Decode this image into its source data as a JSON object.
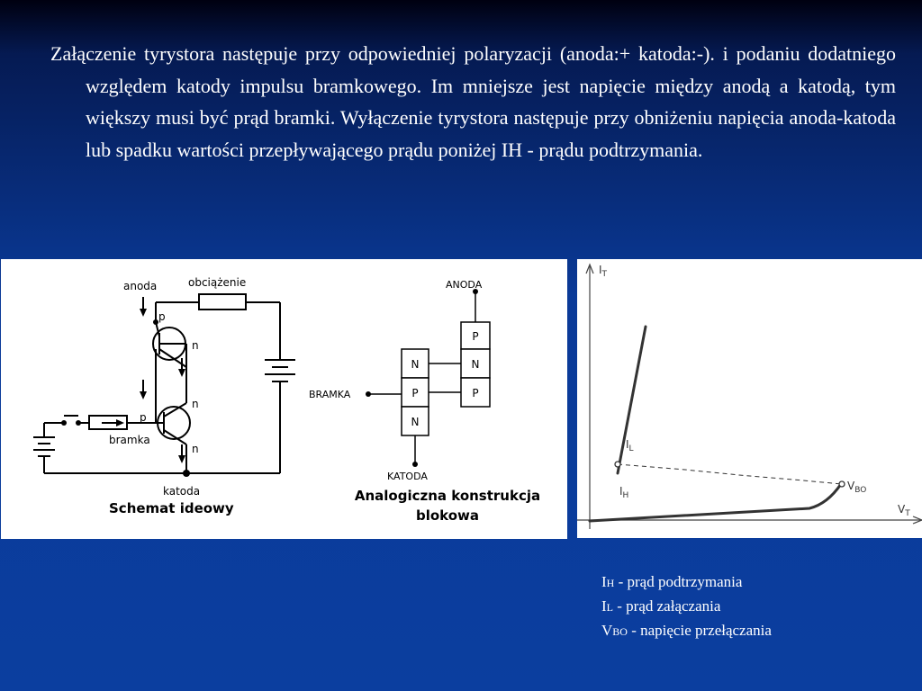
{
  "text": {
    "paragraph": "Załączenie tyrystora następuje przy odpowiedniej polaryzacji (anoda:+ katoda:-). i podaniu dodatniego względem katody impulsu bramkowego. Im mniejsze jest napięcie między anodą a katodą, tym większy musi być prąd bramki. Wyłączenie tyrystora następuje przy obniżeniu napięcia anoda-katoda lub spadku wartości przepływającego prądu poniżej IH - prądu podtrzymania."
  },
  "schematic": {
    "anoda": "anoda",
    "obciazenie": "obciążenie",
    "p1": "p",
    "n1": "n",
    "p2": "p",
    "n2": "n",
    "n3": "n",
    "bramka": "bramka",
    "katoda": "katoda",
    "caption": "Schemat ideowy"
  },
  "block": {
    "anoda": "ANODA",
    "bramka": "BRAMKA",
    "katoda": "KATODA",
    "col_left": [
      "N",
      "P",
      "N"
    ],
    "col_right": [
      "P",
      "N",
      "P"
    ],
    "caption_line1": "Analogiczna konstrukcja",
    "caption_line2": "blokowa"
  },
  "graph": {
    "y_axis": "I",
    "y_axis_sub": "T",
    "x_axis": "V",
    "x_axis_sub": "T",
    "il": "I",
    "il_sub": "L",
    "ih": "I",
    "ih_sub": "H",
    "vbo": "V",
    "vbo_sub": "BO"
  },
  "legend": [
    {
      "sym": "I",
      "sub": "H",
      "text": " - prąd podtrzymania"
    },
    {
      "sym": "I",
      "sub": "L",
      "text": " - prąd załączania"
    },
    {
      "sym": "V",
      "sub": "BO",
      "text": " - napięcie przełączania"
    }
  ]
}
